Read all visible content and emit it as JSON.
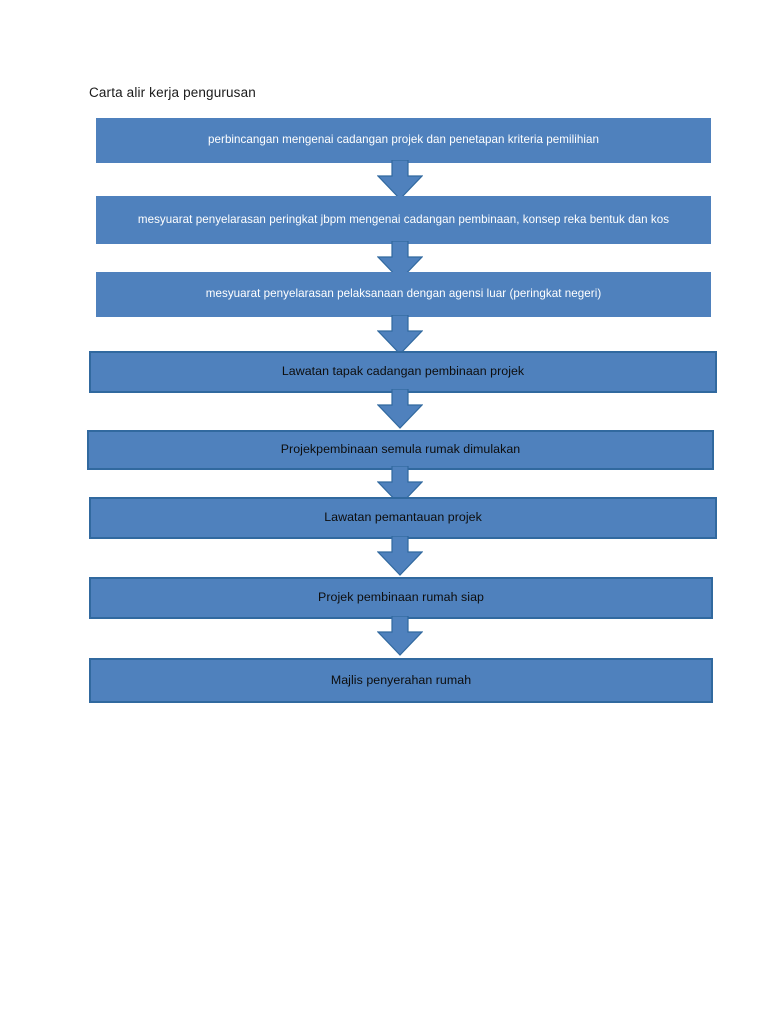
{
  "page": {
    "title": "Carta alir kerja pengurusan",
    "background_color": "#ffffff"
  },
  "theme": {
    "box_fill": "#4f81bd",
    "box_border_dark": "#31699f",
    "arrow_fill": "#4f81bd",
    "arrow_stroke": "#31699f",
    "text_light": "#ffffff",
    "text_dark": "#0d0d0d",
    "title_color": "#1a1a1a"
  },
  "chart_data": {
    "type": "flowchart",
    "title": "Carta alir kerja pengurusan",
    "orientation": "vertical-top-to-bottom",
    "connector": "down-arrow",
    "nodes": [
      {
        "id": "step-1",
        "label": "perbincangan mengenai cadangan projek dan penetapan kriteria pemilihian"
      },
      {
        "id": "step-2",
        "label": "mesyuarat penyelarasan peringkat jbpm mengenai cadangan pembinaan, konsep reka bentuk dan kos"
      },
      {
        "id": "step-3",
        "label": "mesyuarat penyelarasan pelaksanaan dengan agensi luar (peringkat negeri)"
      },
      {
        "id": "step-4",
        "label": "Lawatan tapak cadangan pembinaan projek"
      },
      {
        "id": "step-5",
        "label": "Projekpembinaan semula rumak dimulakan"
      },
      {
        "id": "step-6",
        "label": "Lawatan pemantauan projek"
      },
      {
        "id": "step-7",
        "label": "Projek pembinaan rumah siap"
      },
      {
        "id": "step-8",
        "label": "Majlis penyerahan rumah"
      }
    ],
    "edges": [
      {
        "from": "step-1",
        "to": "step-2"
      },
      {
        "from": "step-2",
        "to": "step-3"
      },
      {
        "from": "step-3",
        "to": "step-4"
      },
      {
        "from": "step-4",
        "to": "step-5"
      },
      {
        "from": "step-5",
        "to": "step-6"
      },
      {
        "from": "step-6",
        "to": "step-7"
      },
      {
        "from": "step-7",
        "to": "step-8"
      }
    ]
  },
  "steps": [
    {
      "label": "perbincangan mengenai cadangan projek dan penetapan kriteria pemilihian"
    },
    {
      "label": "mesyuarat penyelarasan peringkat jbpm mengenai cadangan pembinaan, konsep reka bentuk dan kos"
    },
    {
      "label": "mesyuarat penyelarasan pelaksanaan dengan agensi luar (peringkat negeri)"
    },
    {
      "label": "Lawatan tapak cadangan pembinaan projek"
    },
    {
      "label": "Projekpembinaan semula rumak dimulakan"
    },
    {
      "label": "Lawatan pemantauan projek"
    },
    {
      "label": "Projek pembinaan rumah siap"
    },
    {
      "label": "Majlis penyerahan rumah"
    }
  ]
}
